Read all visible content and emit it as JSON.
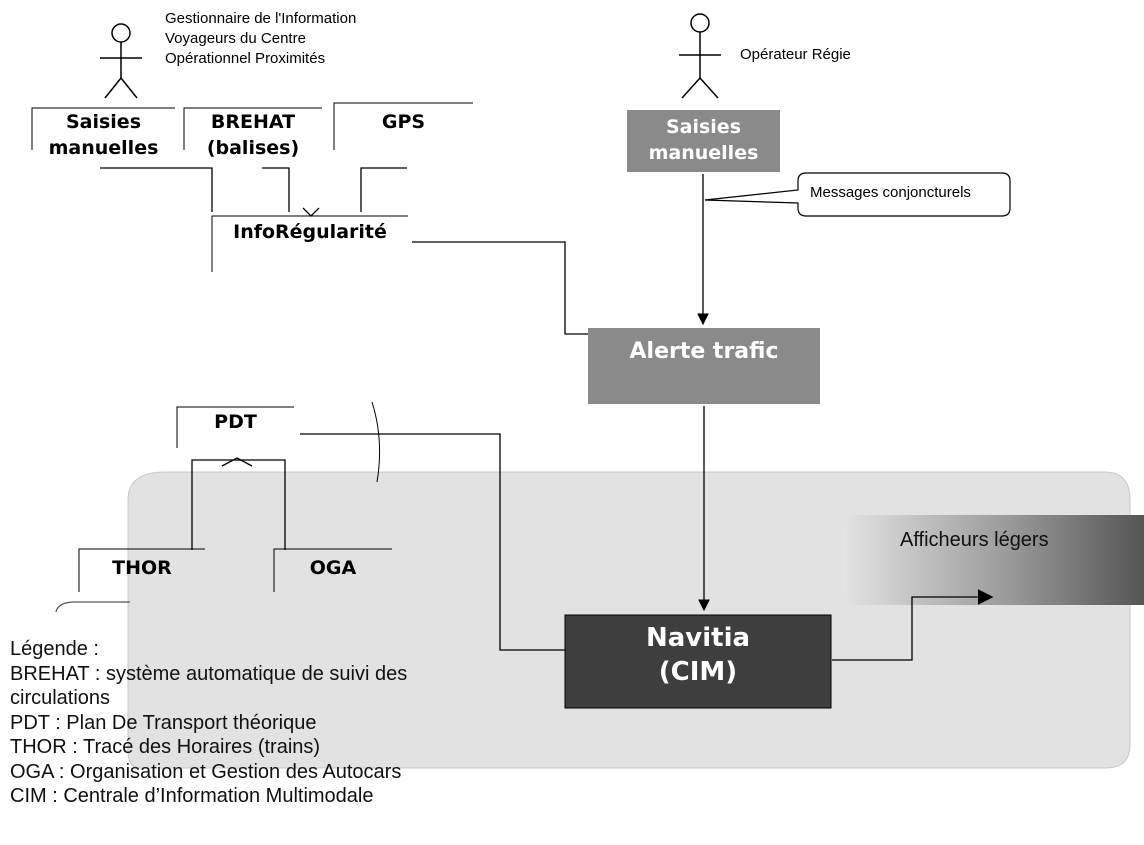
{
  "actors": {
    "gestionnaire": "Gestionnaire de l'Information\nVoyageurs  du Centre\nOpérationnel Proximités",
    "operateur": "Opérateur Régie"
  },
  "datastores": {
    "saisies_manuelles": "Saisies\nmanuelles",
    "brehat": "BREHAT\n(balises)",
    "gps": "GPS",
    "inforegularite": "InfoRégularité",
    "pdt": "PDT",
    "thor": "THOR",
    "oga": "OGA"
  },
  "processes": {
    "saisies_regie": "Saisies\nmanuelles",
    "alerte_trafic": "Alerte trafic",
    "navitia": "Navitia\n(CIM)"
  },
  "callout": {
    "messages": "Messages conjoncturels"
  },
  "panel": {
    "afficheurs": "Afficheurs légers"
  },
  "legend": {
    "title": "Légende  :",
    "items": [
      "BREHAT  : système automatique de suivi des",
      "circulations",
      "PDT  : Plan De Transport théorique",
      "THOR  : Tracé des Horaires (trains)",
      "OGA  : Organisation et Gestion des Autocars",
      "CIM  : Centrale d’Information Multimodale"
    ]
  },
  "colors": {
    "light_process": "#8a8a8a",
    "dark_process": "#3e3e3e",
    "shaded_region": "#e2e2e2",
    "lines": "#000000"
  }
}
